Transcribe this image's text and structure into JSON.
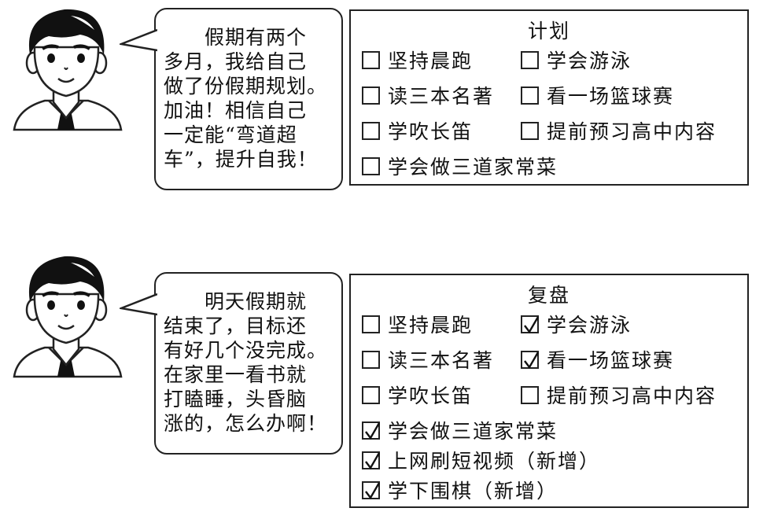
{
  "scene1": {
    "speech": "　　假期有两个\n多月，我给自己\n做了份假期规划。\n加油！相信自己\n一定能“弯道超\n车”，提升自我！",
    "panel": {
      "title": "计划",
      "items": [
        {
          "label": "坚持晨跑",
          "checked": false
        },
        {
          "label": "学会游泳",
          "checked": false
        },
        {
          "label": "读三本名著",
          "checked": false
        },
        {
          "label": "看一场篮球赛",
          "checked": false
        },
        {
          "label": "学吹长笛",
          "checked": false
        },
        {
          "label": "提前预习高中内容",
          "checked": false
        },
        {
          "label": "学会做三道家常菜",
          "checked": false
        }
      ]
    }
  },
  "scene2": {
    "speech": "　　明天假期就\n结束了，目标还\n有好几个没完成。\n在家里一看书就\n打瞌睡，头昏脑\n涨的，怎么办啊！",
    "panel": {
      "title": "复盘",
      "items": [
        {
          "label": "坚持晨跑",
          "checked": false
        },
        {
          "label": "学会游泳",
          "checked": true
        },
        {
          "label": "读三本名著",
          "checked": false
        },
        {
          "label": "看一场篮球赛",
          "checked": true
        },
        {
          "label": "学吹长笛",
          "checked": false
        },
        {
          "label": "提前预习高中内容",
          "checked": false
        },
        {
          "label": "学会做三道家常菜",
          "checked": true
        },
        {
          "label": "上网刷短视频（新增）",
          "checked": true
        },
        {
          "label": "学下围棋（新增）",
          "checked": true
        }
      ]
    }
  }
}
